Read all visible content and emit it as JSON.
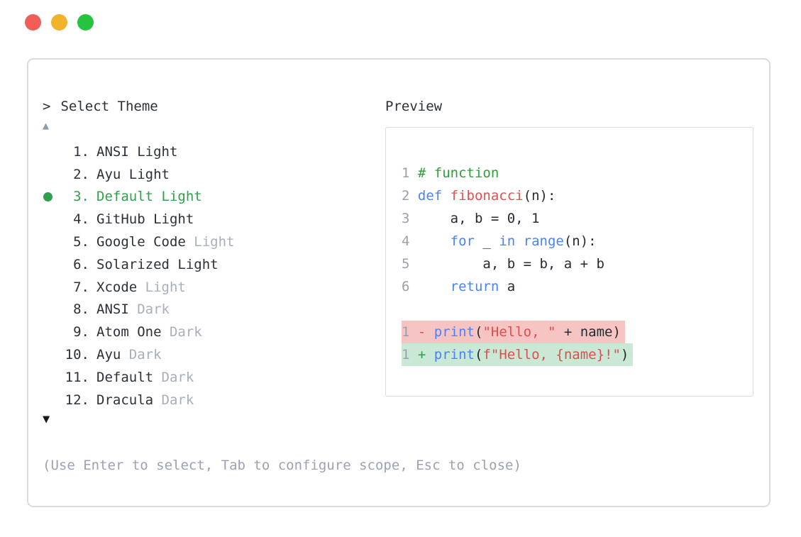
{
  "window": {
    "traffic_lights": [
      {
        "name": "close",
        "color": "#f15e57"
      },
      {
        "name": "minimize",
        "color": "#f1b32b"
      },
      {
        "name": "maximize",
        "color": "#26c33f"
      }
    ]
  },
  "prompt": {
    "chevron": ">",
    "title": "Select Theme"
  },
  "scroll": {
    "up_arrow": "▲",
    "down_arrow": "▼"
  },
  "theme_list": {
    "selected_marker": "●",
    "items": [
      {
        "num": "1",
        "name": "ANSI",
        "variant": "Light",
        "variant_muted": false,
        "selected": false
      },
      {
        "num": "2",
        "name": "Ayu",
        "variant": "Light",
        "variant_muted": false,
        "selected": false
      },
      {
        "num": "3",
        "name": "Default",
        "variant": "Light",
        "variant_muted": false,
        "selected": true
      },
      {
        "num": "4",
        "name": "GitHub",
        "variant": "Light",
        "variant_muted": false,
        "selected": false
      },
      {
        "num": "5",
        "name": "Google Code",
        "variant": "Light",
        "variant_muted": true,
        "selected": false
      },
      {
        "num": "6",
        "name": "Solarized",
        "variant": "Light",
        "variant_muted": false,
        "selected": false
      },
      {
        "num": "7",
        "name": "Xcode",
        "variant": "Light",
        "variant_muted": true,
        "selected": false
      },
      {
        "num": "8",
        "name": "ANSI",
        "variant": "Dark",
        "variant_muted": true,
        "selected": false
      },
      {
        "num": "9",
        "name": "Atom One",
        "variant": "Dark",
        "variant_muted": true,
        "selected": false
      },
      {
        "num": "10",
        "name": "Ayu",
        "variant": "Dark",
        "variant_muted": true,
        "selected": false
      },
      {
        "num": "11",
        "name": "Default",
        "variant": "Dark",
        "variant_muted": true,
        "selected": false
      },
      {
        "num": "12",
        "name": "Dracula",
        "variant": "Dark",
        "variant_muted": true,
        "selected": false
      }
    ]
  },
  "preview": {
    "heading": "Preview",
    "lines": [
      {
        "num": "1",
        "diff": "none",
        "segments": [
          {
            "text": "# function",
            "color": "comment"
          }
        ]
      },
      {
        "num": "2",
        "diff": "none",
        "segments": [
          {
            "text": "def",
            "color": "keyword"
          },
          {
            "text": " ",
            "color": "text"
          },
          {
            "text": "fibonacci",
            "color": "name"
          },
          {
            "text": "(n):",
            "color": "text"
          }
        ]
      },
      {
        "num": "3",
        "diff": "none",
        "segments": [
          {
            "text": "    a, b = 0, 1",
            "color": "text"
          }
        ]
      },
      {
        "num": "4",
        "diff": "none",
        "segments": [
          {
            "text": "    ",
            "color": "text"
          },
          {
            "text": "for",
            "color": "keyword"
          },
          {
            "text": " _ ",
            "color": "text"
          },
          {
            "text": "in",
            "color": "keyword"
          },
          {
            "text": " ",
            "color": "text"
          },
          {
            "text": "range",
            "color": "keyword"
          },
          {
            "text": "(n):",
            "color": "text"
          }
        ]
      },
      {
        "num": "5",
        "diff": "none",
        "segments": [
          {
            "text": "        a, b = b, a + b",
            "color": "text"
          }
        ]
      },
      {
        "num": "6",
        "diff": "none",
        "segments": [
          {
            "text": "    ",
            "color": "text"
          },
          {
            "text": "return",
            "color": "keyword"
          },
          {
            "text": " a",
            "color": "text"
          }
        ]
      },
      {
        "num": "",
        "diff": "none",
        "segments": []
      },
      {
        "num": "1",
        "diff": "del",
        "segments": [
          {
            "text": "- ",
            "color": "minus"
          },
          {
            "text": "print",
            "color": "keyword"
          },
          {
            "text": "(",
            "color": "text"
          },
          {
            "text": "\"Hello, \"",
            "color": "string"
          },
          {
            "text": " + name)",
            "color": "text"
          }
        ]
      },
      {
        "num": "1",
        "diff": "add",
        "segments": [
          {
            "text": "+ ",
            "color": "plus"
          },
          {
            "text": "print",
            "color": "keyword"
          },
          {
            "text": "(",
            "color": "text"
          },
          {
            "text": "f\"Hello, {name}!\"",
            "color": "string"
          },
          {
            "text": ")",
            "color": "text"
          }
        ]
      }
    ]
  },
  "footer": {
    "hint": "(Use Enter to select, Tab to configure scope, Esc to close)"
  },
  "colors": {
    "selected_green": "#2fa14c",
    "list_text": "#2b3138",
    "muted": "#a7afbc",
    "keyword": "#4d82f3",
    "name": "#e05252",
    "string": "#dd4f4f",
    "comment": "#2f9e3a",
    "text": "#262b33",
    "lineno": "#9aa1ab",
    "minus": "#dd4f4f",
    "plus": "#2f9e44",
    "del_bg": "#f7c4c4",
    "add_bg": "#c9e8d5"
  }
}
